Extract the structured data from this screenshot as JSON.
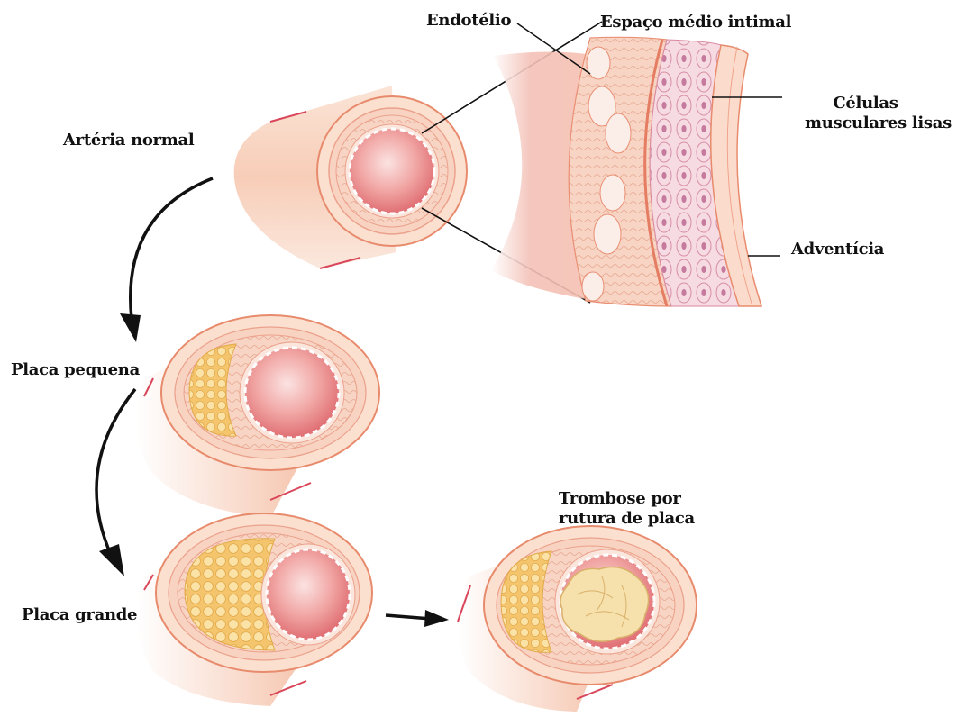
{
  "labels": {
    "endotelio": "Endotélio",
    "espaco": "Espaço médio intimal",
    "celulas_line1": "Células",
    "celulas_line2": "musculares lisas",
    "adventicia": "Adventícia",
    "arteria_normal": "Artéria normal",
    "placa_pequena": "Placa pequena",
    "placa_grande": "Placa grande",
    "trombose_line1": "Trombose por",
    "trombose_line2": "rutura de placa"
  },
  "colors": {
    "vessel_outer": "#f9d9c4",
    "vessel_edge": "#e8846a",
    "lumen": "#e9787a",
    "plaque": "#f3c46a",
    "thrombus": "#f6e3b0",
    "arrow": "#111111"
  },
  "icons": [
    "curved-arrow-icon",
    "straight-arrow-icon"
  ]
}
